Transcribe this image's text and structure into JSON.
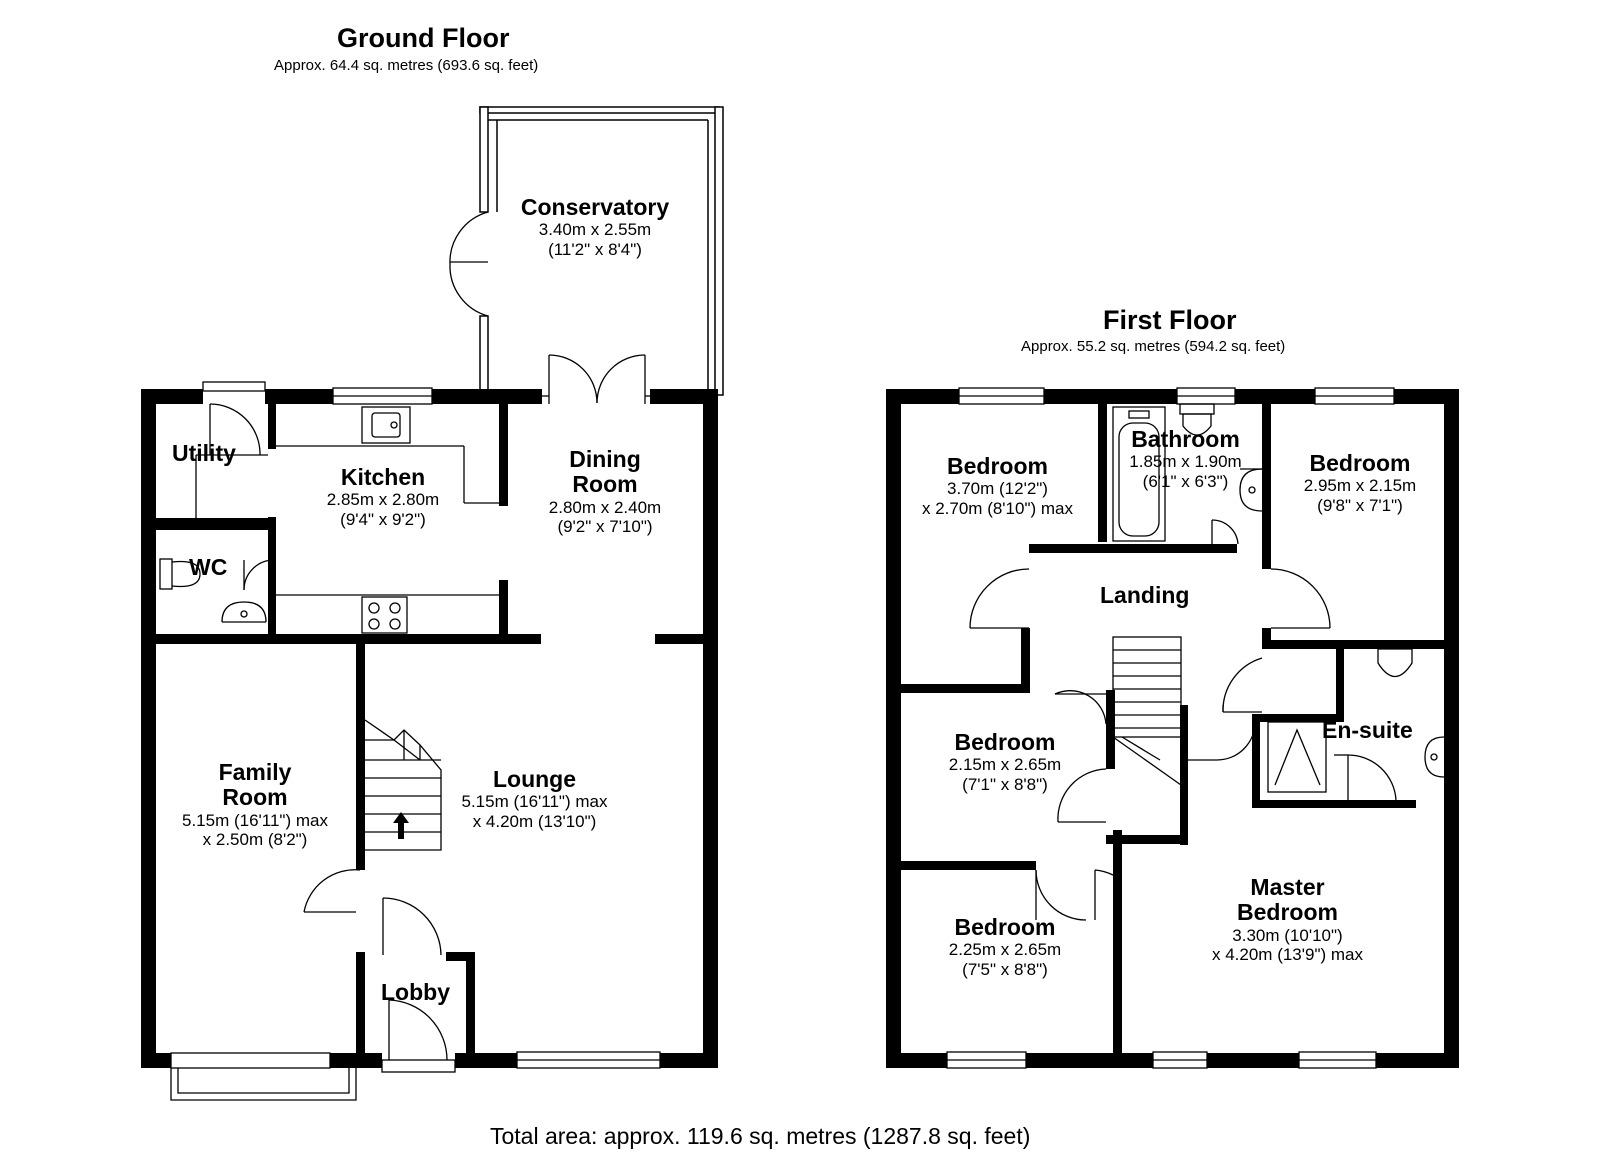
{
  "ground_floor": {
    "title": "Ground Floor",
    "area": "Approx. 64.4 sq. metres (693.6 sq. feet)",
    "rooms": {
      "conservatory": {
        "name": "Conservatory",
        "dim1": "3.40m x 2.55m",
        "dim2": "(11'2\" x 8'4\")"
      },
      "utility": {
        "name": "Utility"
      },
      "kitchen": {
        "name": "Kitchen",
        "dim1": "2.85m x 2.80m",
        "dim2": "(9'4\" x 9'2\")"
      },
      "dining": {
        "name1": "Dining",
        "name2": "Room",
        "dim1": "2.80m x 2.40m",
        "dim2": "(9'2\" x 7'10\")"
      },
      "wc": {
        "name": "WC"
      },
      "family": {
        "name1": "Family",
        "name2": "Room",
        "dim1": "5.15m (16'11\") max",
        "dim2": "x 2.50m (8'2\")"
      },
      "lounge": {
        "name": "Lounge",
        "dim1": "5.15m (16'11\") max",
        "dim2": "x 4.20m (13'10\")"
      },
      "lobby": {
        "name": "Lobby"
      }
    }
  },
  "first_floor": {
    "title": "First Floor",
    "area": "Approx. 55.2 sq. metres (594.2 sq. feet)",
    "rooms": {
      "bedroom_tl": {
        "name": "Bedroom",
        "dim1": "3.70m (12'2\")",
        "dim2": "x 2.70m (8'10\") max"
      },
      "bathroom": {
        "name": "Bathroom",
        "dim1": "1.85m x 1.90m",
        "dim2": "(6'1\" x 6'3\")"
      },
      "bedroom_tr": {
        "name": "Bedroom",
        "dim1": "2.95m x 2.15m",
        "dim2": "(9'8\" x 7'1\")"
      },
      "landing": {
        "name": "Landing"
      },
      "bedroom_ml": {
        "name": "Bedroom",
        "dim1": "2.15m x 2.65m",
        "dim2": "(7'1\" x 8'8\")"
      },
      "ensuite": {
        "name": "En-suite"
      },
      "bedroom_bl": {
        "name": "Bedroom",
        "dim1": "2.25m x 2.65m",
        "dim2": "(7'5\" x 8'8\")"
      },
      "master": {
        "name1": "Master",
        "name2": "Bedroom",
        "dim1": "3.30m (10'10\")",
        "dim2": "x 4.20m (13'9\") max"
      }
    }
  },
  "total_area": "Total area: approx. 119.6 sq. metres (1287.8 sq. feet)"
}
